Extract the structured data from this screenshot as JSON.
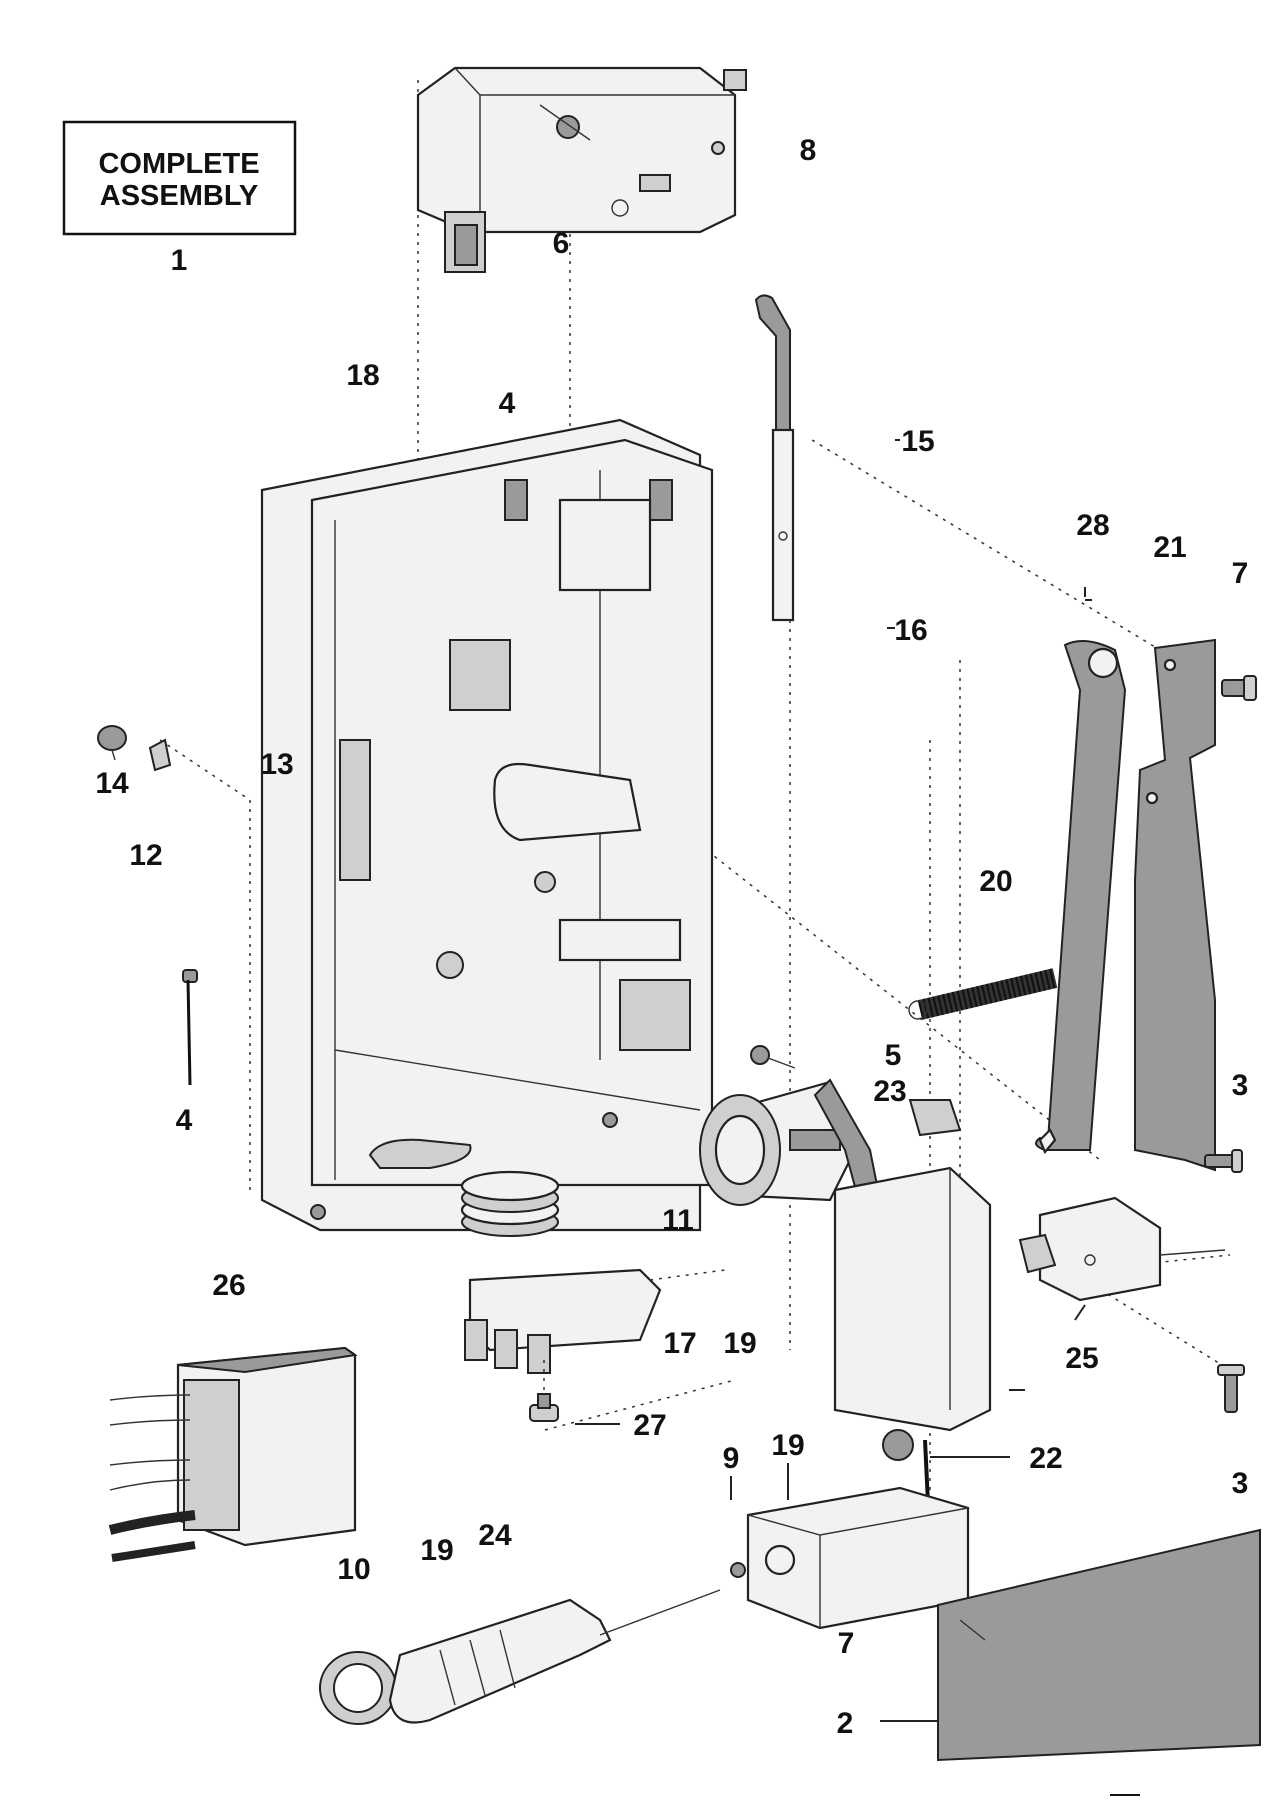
{
  "title_box": {
    "line1": "COMPLETE",
    "line2": "ASSEMBLY",
    "number": "1"
  },
  "callouts": {
    "c2": "2",
    "c3a": "3",
    "c3b": "3",
    "c4a": "4",
    "c4b": "4",
    "c5": "5",
    "c6": "6",
    "c7a": "7",
    "c7b": "7",
    "c8": "8",
    "c9": "9",
    "c10": "10",
    "c11": "11",
    "c12": "12",
    "c13": "13",
    "c14": "14",
    "c15": "15",
    "c16": "16",
    "c17": "17",
    "c18": "18",
    "c19a": "19",
    "c19b": "19",
    "c19c": "19",
    "c20": "20",
    "c21": "21",
    "c22": "22",
    "c23": "23",
    "c24": "24",
    "c25": "25",
    "c26": "26",
    "c27": "27",
    "c28": "28"
  },
  "colors": {
    "ink": "#111111",
    "part_fill": "#f2f2f2",
    "shade": "#9a9a9a"
  }
}
